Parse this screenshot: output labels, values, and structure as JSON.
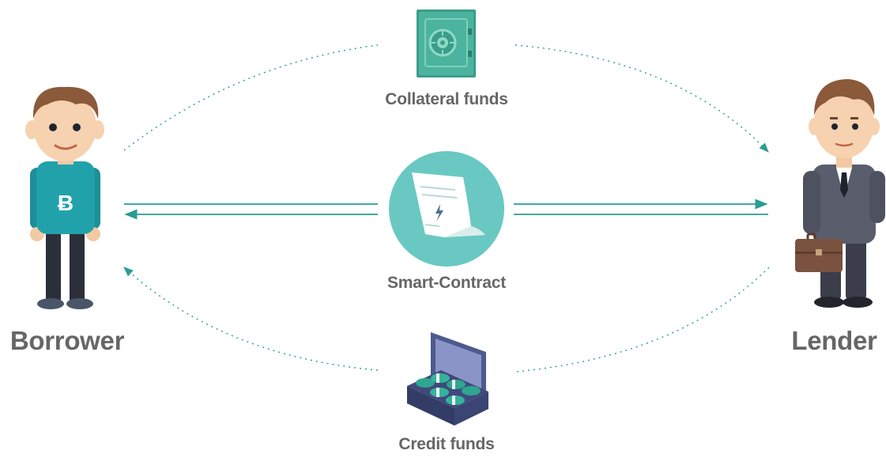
{
  "nodes": {
    "borrower": {
      "label": "Borrower",
      "icon": "borrower-person-icon",
      "shirt_symbol": "B"
    },
    "lender": {
      "label": "Lender",
      "icon": "lender-businessman-icon"
    },
    "collateral": {
      "label": "Collateral funds",
      "icon": "safe-vault-icon"
    },
    "contract": {
      "label": "Smart-Contract",
      "icon": "smart-contract-document-icon"
    },
    "credit": {
      "label": "Credit funds",
      "icon": "money-briefcase-icon"
    }
  },
  "edges": [
    {
      "from": "borrower",
      "to": "lender",
      "via": "collateral",
      "style": "dotted"
    },
    {
      "from": "lender",
      "to": "borrower",
      "via": "credit",
      "style": "dotted"
    },
    {
      "from": "contract",
      "to": "lender",
      "style": "solid"
    },
    {
      "from": "contract",
      "to": "borrower",
      "style": "solid"
    }
  ],
  "colors": {
    "accent": "#2a9d93",
    "label": "#666666",
    "vault": "#4bb39e",
    "contract_circle": "#6ac8c3",
    "briefcase": "#4d5a8e"
  }
}
